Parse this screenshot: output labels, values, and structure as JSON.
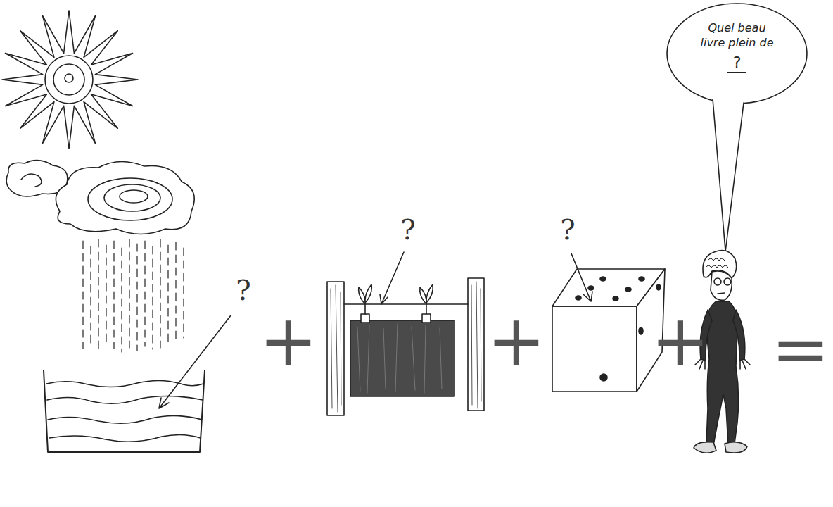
{
  "diagram": {
    "nodes": [
      {
        "text": [
          "Quel beau livre plein de",
          "?"
        ]
      }
    ],
    "labels": [
      "?",
      "+",
      "?",
      "+",
      "?",
      "+",
      "="
    ]
  }
}
